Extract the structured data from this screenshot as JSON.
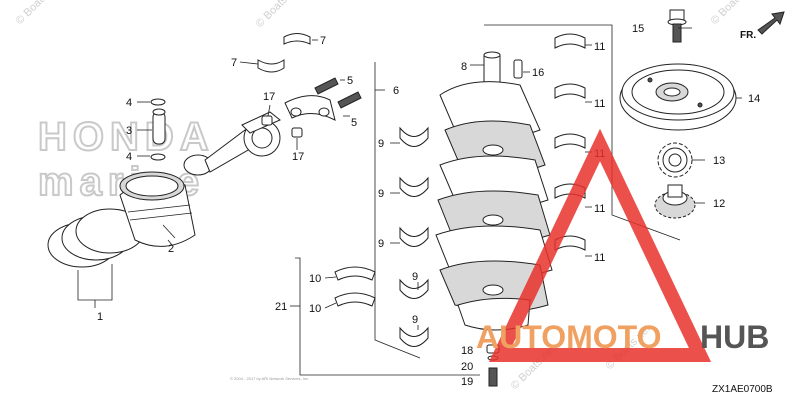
{
  "watermarks": [
    "© Boats.net",
    "© Boats.net",
    "© Boats.net",
    "© Boats.net",
    "© Boats.net"
  ],
  "background_logo": {
    "line1": "HONDA",
    "line2": "marine"
  },
  "brand_logo": {
    "part1": "AUTOMOTO",
    "part2": "HUB",
    "accent_color": "#e8312a",
    "text_color": "#f0a060"
  },
  "direction_label": "FR.",
  "diagram_code": "ZX1AE0700B",
  "copyright": "© 2004 - 2017 by ARI Network Services, Inc.",
  "callouts": {
    "c1": "1",
    "c2": "2",
    "c3": "3",
    "c4a": "4",
    "c4b": "4",
    "c5a": "5",
    "c5b": "5",
    "c6": "6",
    "c7a": "7",
    "c7b": "7",
    "c8": "8",
    "c9a": "9",
    "c9b": "9",
    "c9c": "9",
    "c9d": "9",
    "c9e": "9",
    "c10a": "10",
    "c10b": "10",
    "c11a": "11",
    "c11b": "11",
    "c11c": "11",
    "c11d": "11",
    "c11e": "11",
    "c12": "12",
    "c13": "13",
    "c14": "14",
    "c15": "15",
    "c16": "16",
    "c17a": "17",
    "c17b": "17",
    "c18": "18",
    "c19": "19",
    "c20": "20",
    "c21": "21"
  }
}
